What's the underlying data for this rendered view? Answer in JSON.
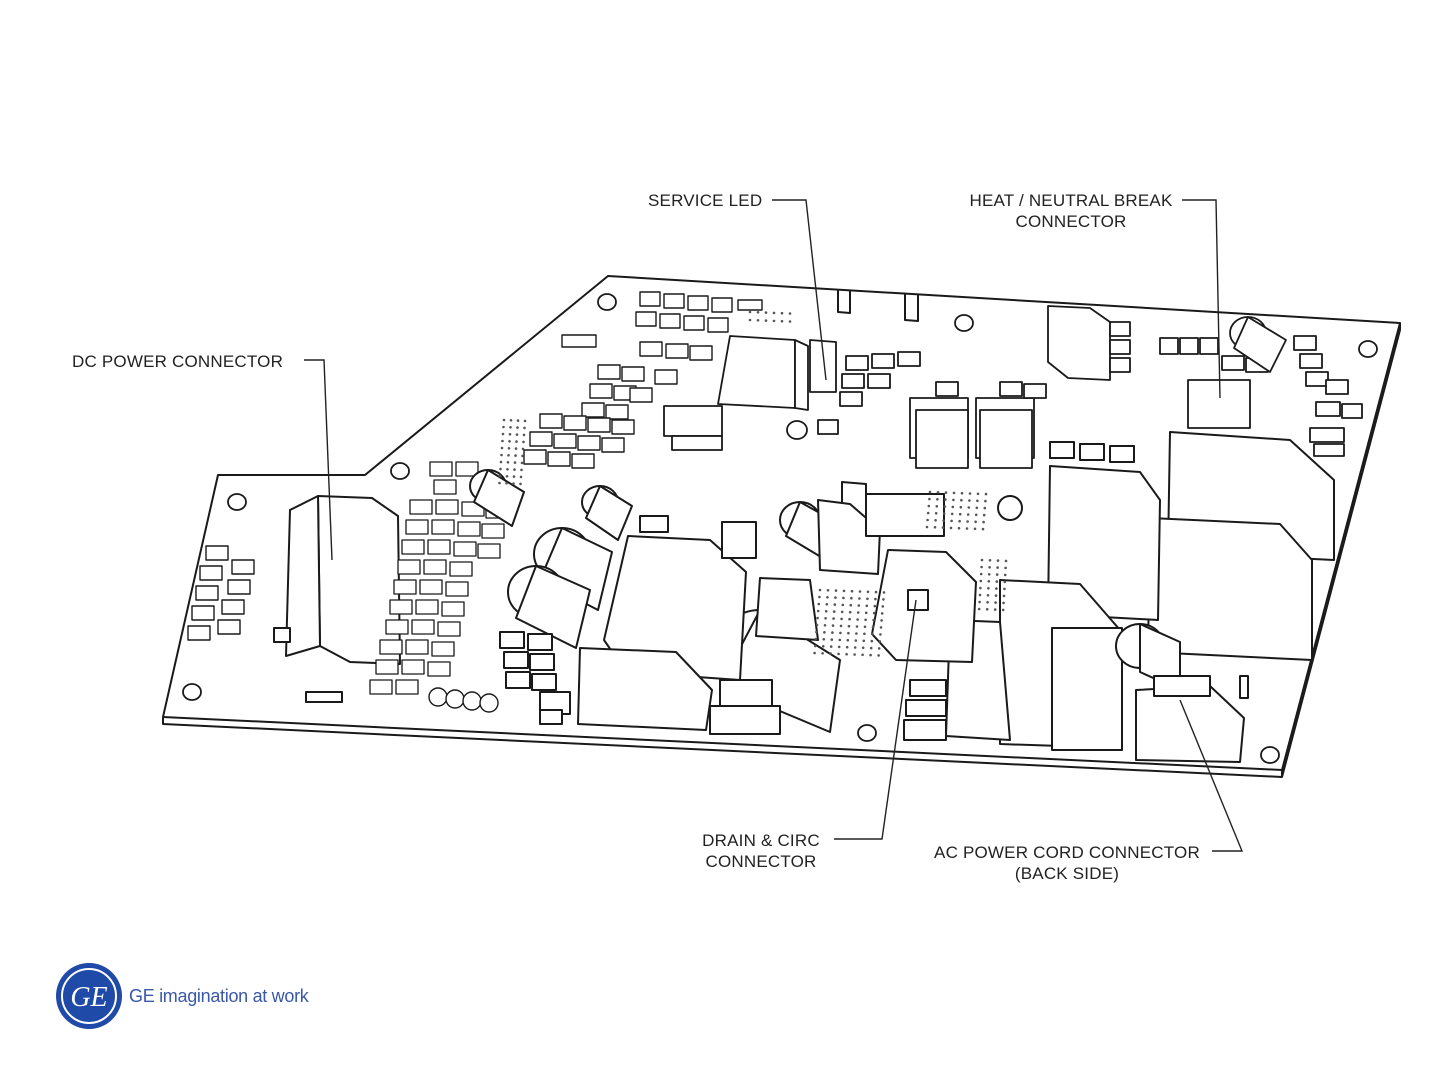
{
  "labels": {
    "service_led": "SERVICE LED",
    "heat_neutral_line1": "HEAT / NEUTRAL BREAK",
    "heat_neutral_line2": "CONNECTOR",
    "dc_power": "DC POWER  CONNECTOR",
    "drain_circ_line1": "DRAIN & CIRC",
    "drain_circ_line2": "CONNECTOR",
    "ac_power_line1": "AC POWER CORD CONNECTOR",
    "ac_power_line2": "(BACK SIDE)"
  },
  "footer": {
    "logo_icon": "ge-monogram-icon",
    "logo_text": "GE",
    "tagline": "GE imagination at work",
    "brand_color": "#1f4aa8"
  }
}
